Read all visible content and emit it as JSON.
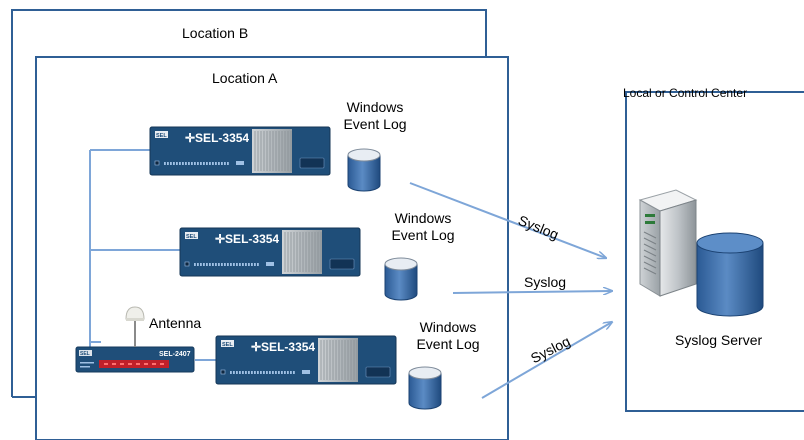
{
  "locations": {
    "b_label": "Location B",
    "a_label": "Location A",
    "center_label": "Local or Control Center"
  },
  "devices": [
    {
      "model": "SEL-3354",
      "brand": "SEL",
      "log_label": [
        "Windows",
        "Event Log"
      ],
      "link_label": "Syslog"
    },
    {
      "model": "SEL-3354",
      "brand": "SEL",
      "log_label": [
        "Windows",
        "Event Log"
      ],
      "link_label": "Syslog"
    },
    {
      "model": "SEL-3354",
      "brand": "SEL",
      "log_label": [
        "Windows",
        "Event Log"
      ],
      "link_label": "Syslog"
    }
  ],
  "clock": {
    "model": "SEL-2407",
    "brand": "SEL",
    "antenna_label": "Antenna"
  },
  "server": {
    "label": "Syslog Server"
  },
  "colors": {
    "panel_blue": "#1f4e79",
    "panel_dark": "#17406a",
    "frame_blue": "#2f5f95",
    "link_blue": "#7ea6d8",
    "db_blue": "#3f6fa8",
    "alarm_red": "#c0202a"
  }
}
